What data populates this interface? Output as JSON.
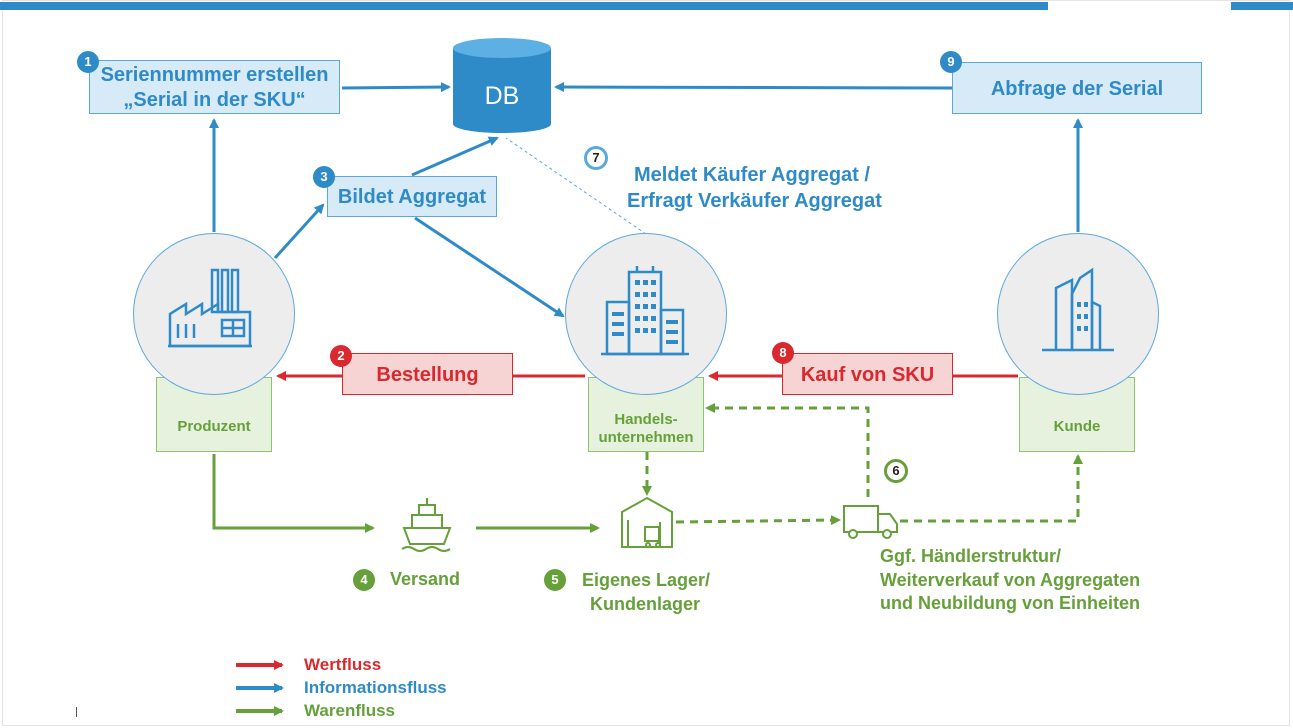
{
  "db": {
    "label": "DB"
  },
  "steps": {
    "s1": {
      "num": "1",
      "line1": "Seriennummer erstellen",
      "line2": "„Serial in der SKU“"
    },
    "s2": {
      "num": "2",
      "label": "Bestellung"
    },
    "s3": {
      "num": "3",
      "label": "Bildet Aggregat"
    },
    "s4": {
      "num": "4",
      "label": "Versand"
    },
    "s5": {
      "num": "5",
      "line1": "Eigenes Lager/",
      "line2": "Kundenlager"
    },
    "s6": {
      "num": "6",
      "line1": "Ggf. Händlerstruktur/",
      "line2": "Weiterverkauf von Aggregaten",
      "line3": "und Neubildung von Einheiten"
    },
    "s7": {
      "num": "7",
      "line1": "Meldet Käufer Aggregat /",
      "line2": "Erfragt Verkäufer Aggregat"
    },
    "s8": {
      "num": "8",
      "label": "Kauf von SKU"
    },
    "s9": {
      "num": "9",
      "label": "Abfrage der Serial"
    }
  },
  "actors": {
    "producer": {
      "label": "Produzent",
      "icon": "factory-icon"
    },
    "retailer": {
      "line1": "Handels-",
      "line2": "unternehmen",
      "icon": "office-buildings-icon"
    },
    "customer": {
      "label": "Kunde",
      "icon": "skyscraper-icon"
    }
  },
  "legend": [
    {
      "label": "Wertfluss",
      "color": "#d9292f"
    },
    {
      "label": "Informationsfluss",
      "color": "#2e8bc8"
    },
    {
      "label": "Warenfluss",
      "color": "#66a03a"
    }
  ],
  "colors": {
    "info": "#2e8bc8",
    "value": "#d9292f",
    "goods": "#66a03a"
  }
}
